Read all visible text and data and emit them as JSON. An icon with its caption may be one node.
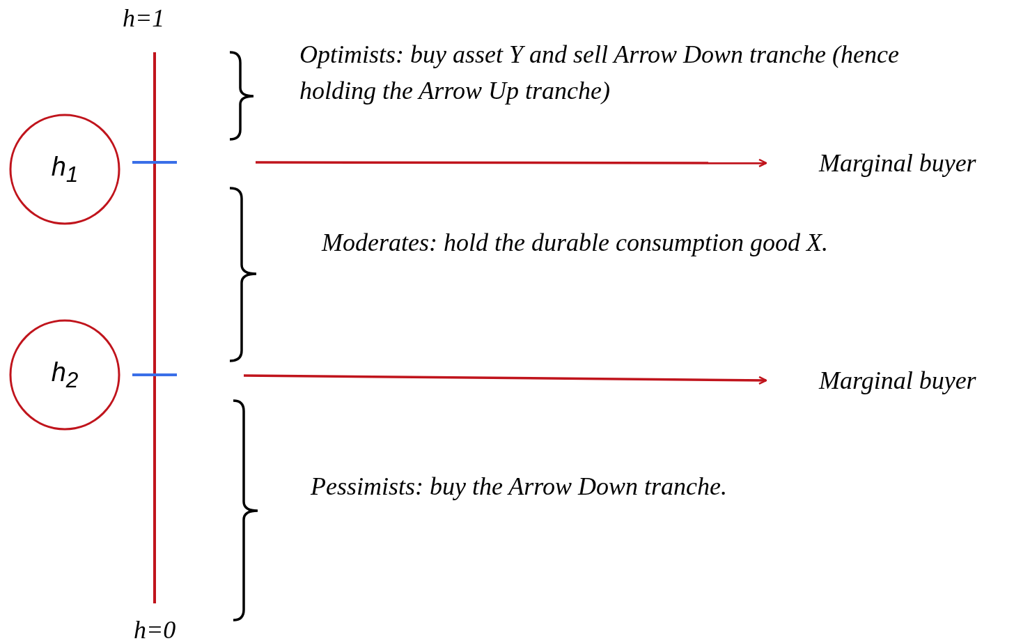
{
  "diagram": {
    "nodes": [
      {
        "text": [
          "h$_{1}$"
        ]
      },
      {
        "text": [
          "h$_{2}$"
        ]
      },
      {
        "text": [
          "Marginal buyer"
        ]
      },
      {
        "text": [
          "Marginal buyer"
        ]
      }
    ],
    "edges": [
      {
        "from": null,
        "to": 2,
        "arrow": "to"
      },
      {
        "from": null,
        "to": 3,
        "arrow": "to"
      }
    ],
    "labels": [
      "h=1",
      "Optimists: buy asset Y and sell Arrow Down tranche (hence holding the Arrow Up tranche)",
      "Moderates: hold the durable consumption good X.",
      "Pessimists: buy the Arrow Down tranche.",
      "h=0"
    ]
  }
}
